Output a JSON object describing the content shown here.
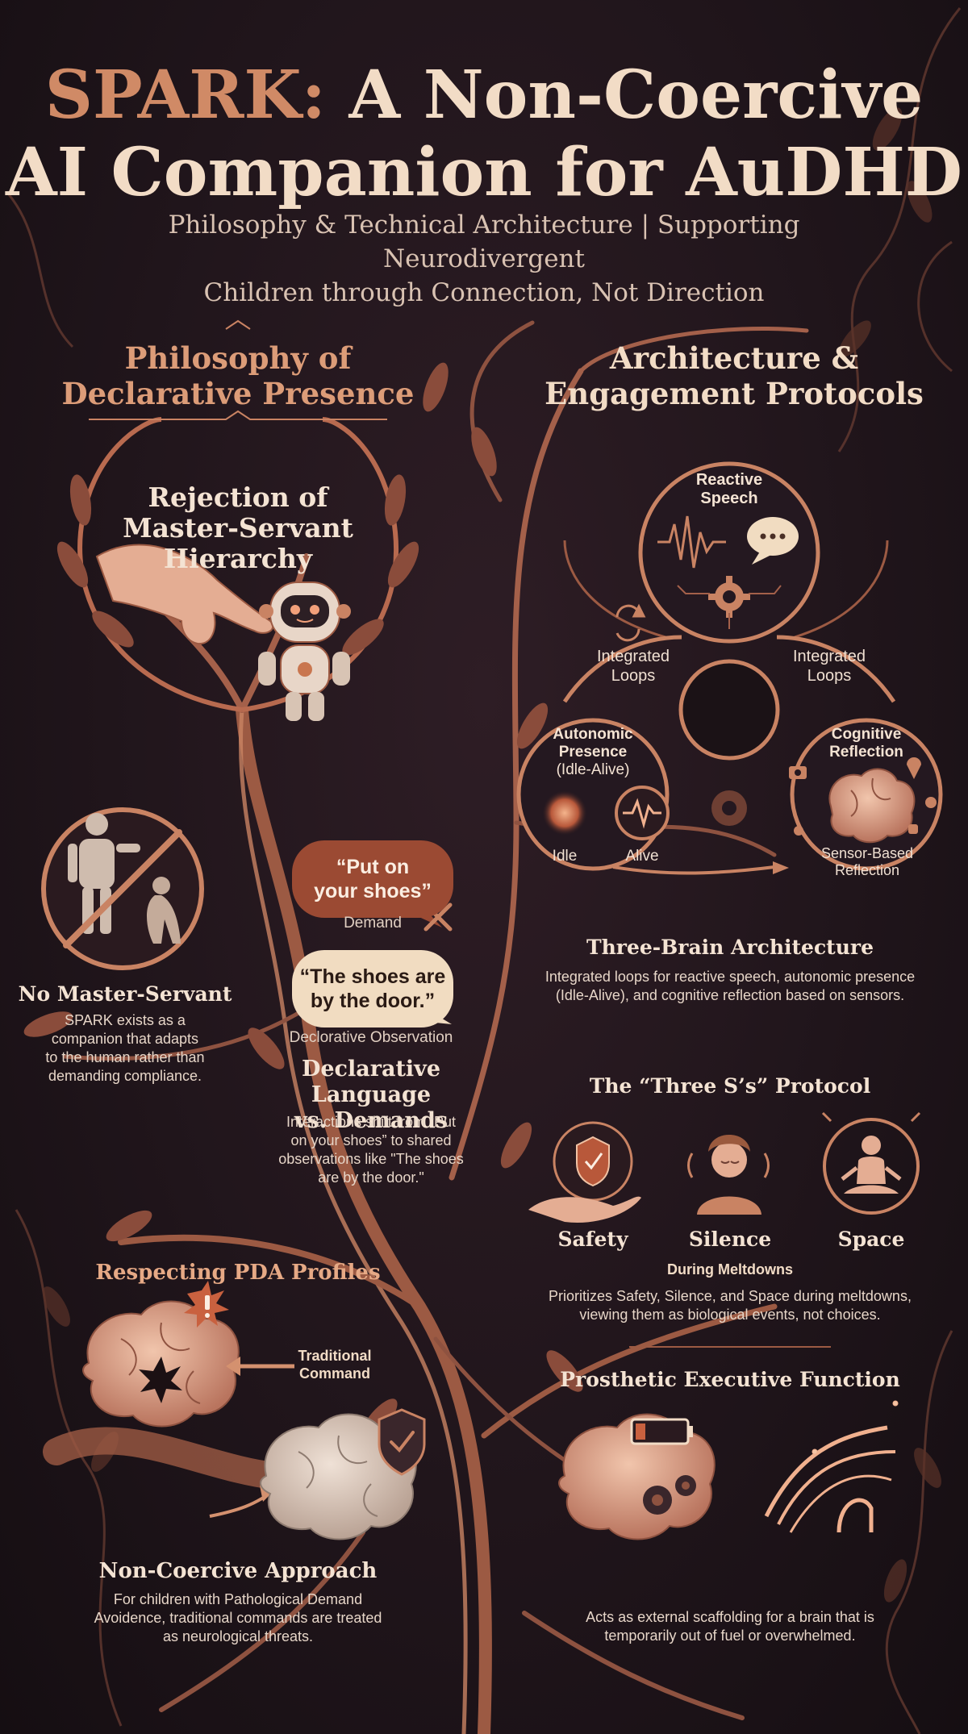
{
  "header": {
    "title_accent": "SPARK:",
    "title_rest": "A Non-Coercive",
    "title_line2": "AI Companion for AuDHD",
    "subtitle_line1": "Philosophy & Technical Architecture | Supporting Neurodivergent",
    "subtitle_line2": "Children through Connection, Not Direction"
  },
  "left": {
    "section_title_line1": "Philosophy of",
    "section_title_line2": "Declarative Presence",
    "rejection": {
      "title_line1": "Rejection of",
      "title_line2": "Master-Servant",
      "title_line3": "Hierarchy"
    },
    "no_master": {
      "title": "No Master-Servant",
      "body_line1": "SPARK exists as a",
      "body_line2": "companion that adapts",
      "body_line3": "to the human rather than",
      "body_line4": "demanding compliance."
    },
    "declarative": {
      "demand_line1": "“Put on",
      "demand_line2": "your shoes”",
      "demand_label": "Demand",
      "observation_line1": "“The shoes are",
      "observation_line2": "by the door.”",
      "observation_label": "Declorative Observation",
      "title_line1": "Declarative Language",
      "title_line2": "vs. Demands",
      "body_line1": "Interactions shift from “Put",
      "body_line2": "on your shoes” to shared",
      "body_line3": "observations like \"The shoes",
      "body_line4": "are by the door.\""
    },
    "pda": {
      "title": "Respecting PDA Profiles",
      "command_line1": "Traditional",
      "command_line2": "Command",
      "approach_title": "Non-Coercive Approach",
      "body_line1": "For children with Pathological Demand",
      "body_line2": "Avoidence, traditional commands are treated",
      "body_line3": "as neurological threats."
    }
  },
  "right": {
    "section_title_line1": "Architecture &",
    "section_title_line2": "Engagement Protocols",
    "diagram": {
      "reactive_line1": "Reactive",
      "reactive_line2": "Speech",
      "loops_left_line1": "Integrated",
      "loops_left_line2": "Loops",
      "loops_right_line1": "Integrated",
      "loops_right_line2": "Loops",
      "autonomic_line1": "Autonomic",
      "autonomic_line2": "Presence",
      "autonomic_line3": "(Idle-Alive)",
      "idle": "Idle",
      "alive": "Alive",
      "cognitive_line1": "Cognitive",
      "cognitive_line2": "Reflection",
      "sensor_line1": "Sensor-Based",
      "sensor_line2": "Reflection"
    },
    "three_brain": {
      "title": "Three-Brain Architecture",
      "body_line1": "Integrated loops for reactive speech, autonomic presence",
      "body_line2": "(Idle-Alive), and cognitive reflection based on sensors."
    },
    "three_s": {
      "title": "The “Three S’s” Protocol",
      "safety": "Safety",
      "silence": "Silence",
      "space": "Space",
      "during": "During Meltdowns",
      "body_line1": "Prioritizes Safety, Silence, and Space during meltdowns,",
      "body_line2": "viewing them as biological events, not choices."
    },
    "prosthetic": {
      "title": "Prosthetic Executive Function",
      "body_line1": "Acts as external scaffolding for a brain that is",
      "body_line2": "temporarily out of fuel or overwhelmed."
    }
  },
  "colors": {
    "background": "#1f151a",
    "copper": "#c98363",
    "cream": "#f2dcc6",
    "bubble_demand": "#9b4a33",
    "bubble_observation": "#f1dcc1"
  }
}
